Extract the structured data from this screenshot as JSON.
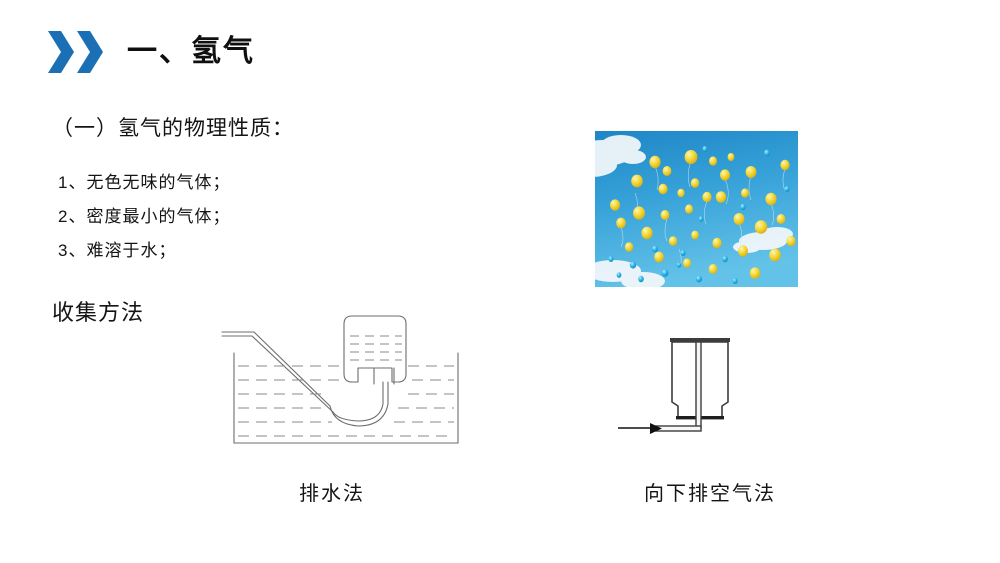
{
  "slide": {
    "title": "一、氢气",
    "chevron_icon": "double-chevron-right-icon",
    "accent_color": "#1a6fb5",
    "background_color": "#ffffff",
    "text_color": "#141414"
  },
  "section": {
    "heading": "（一）氢气的物理性质："
  },
  "properties": [
    "1、无色无味的气体；",
    "2、密度最小的气体；",
    "3、难溶于水；"
  ],
  "collection": {
    "heading": "收集方法",
    "diagrams": [
      {
        "caption": "排水法",
        "icon": "water-displacement-apparatus-icon"
      },
      {
        "caption": "向下排空气法",
        "icon": "downward-air-displacement-apparatus-icon"
      }
    ]
  },
  "photo": {
    "name": "balloons-in-sky-photo",
    "sky_color": "#2f9bd6",
    "balloon_yellow": "#f2d531",
    "balloon_blue": "#27b4e6",
    "cloud_color": "#f4f8fb"
  }
}
